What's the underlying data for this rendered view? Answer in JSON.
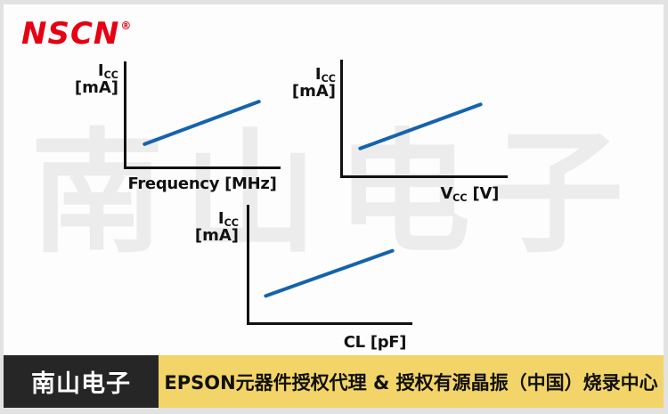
{
  "logo": {
    "text": "NSCN",
    "registered_mark": "®"
  },
  "watermark": {
    "text": "南山电子"
  },
  "charts": [
    {
      "name": "icc-vs-frequency",
      "y_main": "I",
      "y_sub": "CC",
      "y_unit": "[mA]",
      "x_main": "Frequency [MHz]",
      "x_sub": "",
      "x_rest": ""
    },
    {
      "name": "icc-vs-vcc",
      "y_main": "I",
      "y_sub": "CC",
      "y_unit": "[mA]",
      "x_main": "V",
      "x_sub": "CC",
      "x_rest": " [V]"
    },
    {
      "name": "icc-vs-cl",
      "y_main": "I",
      "y_sub": "CC",
      "y_unit": "[mA]",
      "x_main": "CL [pF]",
      "x_sub": "",
      "x_rest": ""
    }
  ],
  "footer": {
    "brand": "南山电子",
    "tagline": "EPSON元器件授权代理 & 授权有源晶振（中国）烧录中心"
  },
  "colors": {
    "line_blue": "#1563ac",
    "logo_red": "#e60012",
    "footer_yellow": "#f2d469",
    "footer_black": "#262626",
    "axis_black": "#111111",
    "watermark_gray": "#ececec",
    "frame_gray": "#e2e2e2"
  },
  "chart_data": [
    {
      "type": "line",
      "title": "",
      "xlabel": "Frequency [MHz]",
      "ylabel": "Icc [mA]",
      "tick_labels": "none shown (conceptual trend chart)",
      "grid": false,
      "legend": "none",
      "series": [
        {
          "name": "Icc vs Frequency",
          "trend": "linear increasing",
          "points_rel": [
            {
              "x": 0.13,
              "y": 0.22
            },
            {
              "x": 0.88,
              "y": 0.63
            }
          ]
        }
      ]
    },
    {
      "type": "line",
      "title": "",
      "xlabel": "Vcc [V]",
      "ylabel": "Icc [mA]",
      "tick_labels": "none shown (conceptual trend chart)",
      "grid": false,
      "legend": "none",
      "series": [
        {
          "name": "Icc vs Vcc",
          "trend": "linear increasing",
          "points_rel": [
            {
              "x": 0.11,
              "y": 0.24
            },
            {
              "x": 0.85,
              "y": 0.62
            }
          ]
        }
      ]
    },
    {
      "type": "line",
      "title": "",
      "xlabel": "CL [pF]",
      "ylabel": "Icc [mA]",
      "tick_labels": "none shown (conceptual trend chart)",
      "grid": false,
      "legend": "none",
      "series": [
        {
          "name": "Icc vs CL",
          "trend": "linear increasing",
          "points_rel": [
            {
              "x": 0.11,
              "y": 0.24
            },
            {
              "x": 0.89,
              "y": 0.62
            }
          ]
        }
      ]
    }
  ]
}
